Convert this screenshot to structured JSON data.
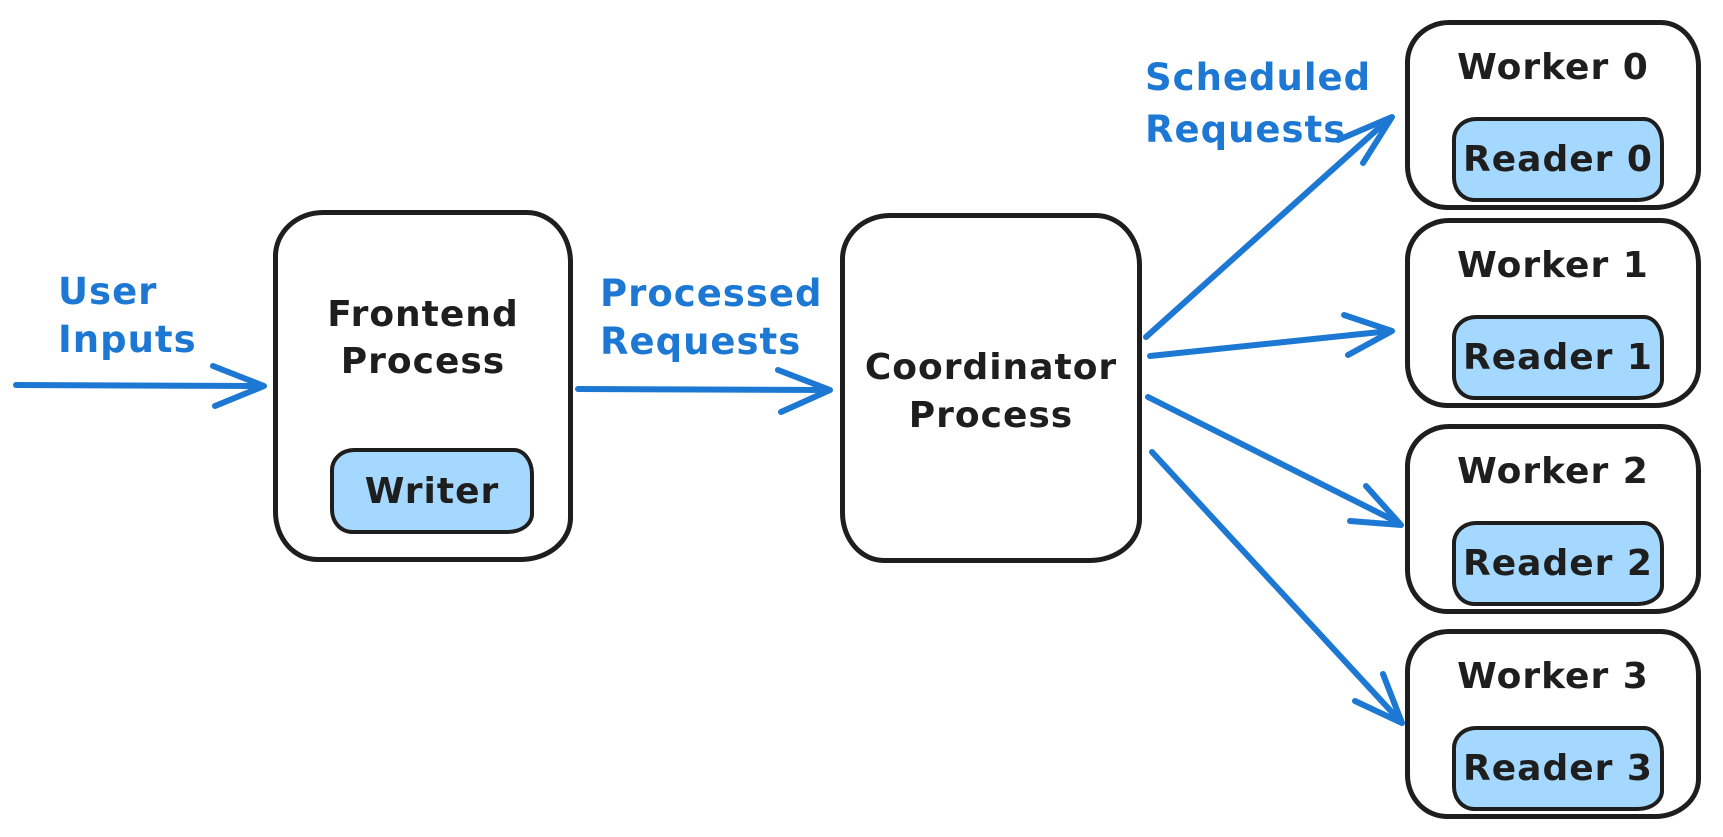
{
  "diagram": {
    "labels": {
      "user_inputs_line1": "User",
      "user_inputs_line2": "Inputs",
      "processed_line1": "Processed",
      "processed_line2": "Requests",
      "scheduled_line1": "Scheduled",
      "scheduled_line2": "Requests"
    },
    "frontend": {
      "name_line1": "Frontend",
      "name_line2": "Process",
      "inner": "Writer"
    },
    "coordinator": {
      "name_line1": "Coordinator",
      "name_line2": "Process"
    },
    "workers": [
      {
        "title": "Worker 0",
        "reader": "Reader 0"
      },
      {
        "title": "Worker 1",
        "reader": "Reader 1"
      },
      {
        "title": "Worker 2",
        "reader": "Reader 2"
      },
      {
        "title": "Worker 3",
        "reader": "Reader 3"
      }
    ]
  },
  "colors": {
    "accent_blue": "#1c78d2",
    "shape_fill_light_blue": "#a5d8ff",
    "stroke_dark": "#1e1e1e",
    "background": "#ffffff"
  }
}
